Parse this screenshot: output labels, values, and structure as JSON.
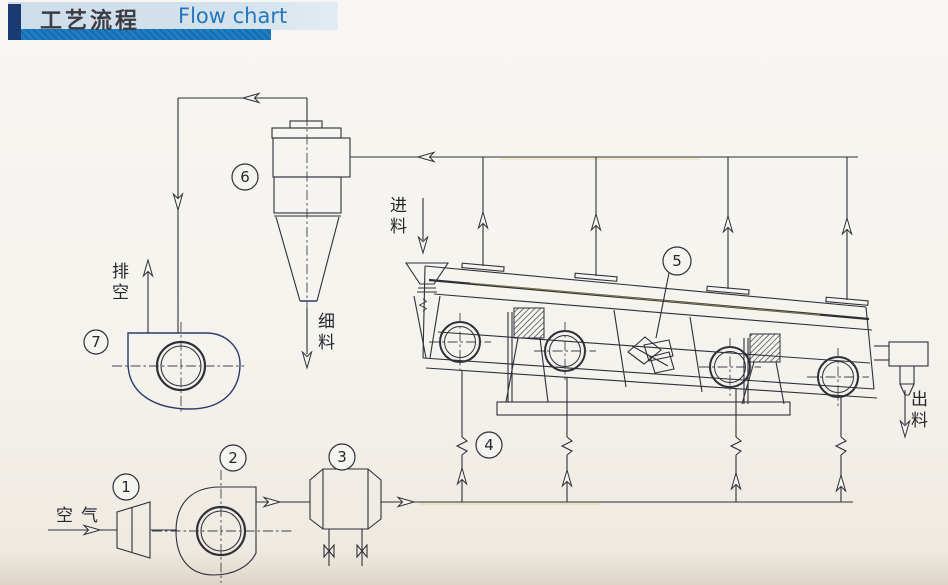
{
  "header": {
    "title_zh": "工艺流程",
    "title_en": "Flow chart"
  },
  "labels": {
    "air": "空气",
    "feed": "进料",
    "vent": "排空",
    "fines": "细料",
    "discharge": "出料"
  },
  "balloons": {
    "b1": "1",
    "b2": "2",
    "b3": "3",
    "b4": "4",
    "b5": "5",
    "b6": "6",
    "b7": "7"
  },
  "colors": {
    "ink": "#2e3038",
    "paper": "#f5f3ee",
    "header_band": "#cfdee9",
    "header_bar_navy": "#1c3a72",
    "header_underline_blue": "#1e7ec2",
    "title_zh_color": "#3b3b43",
    "title_en_color": "#2477bd"
  }
}
